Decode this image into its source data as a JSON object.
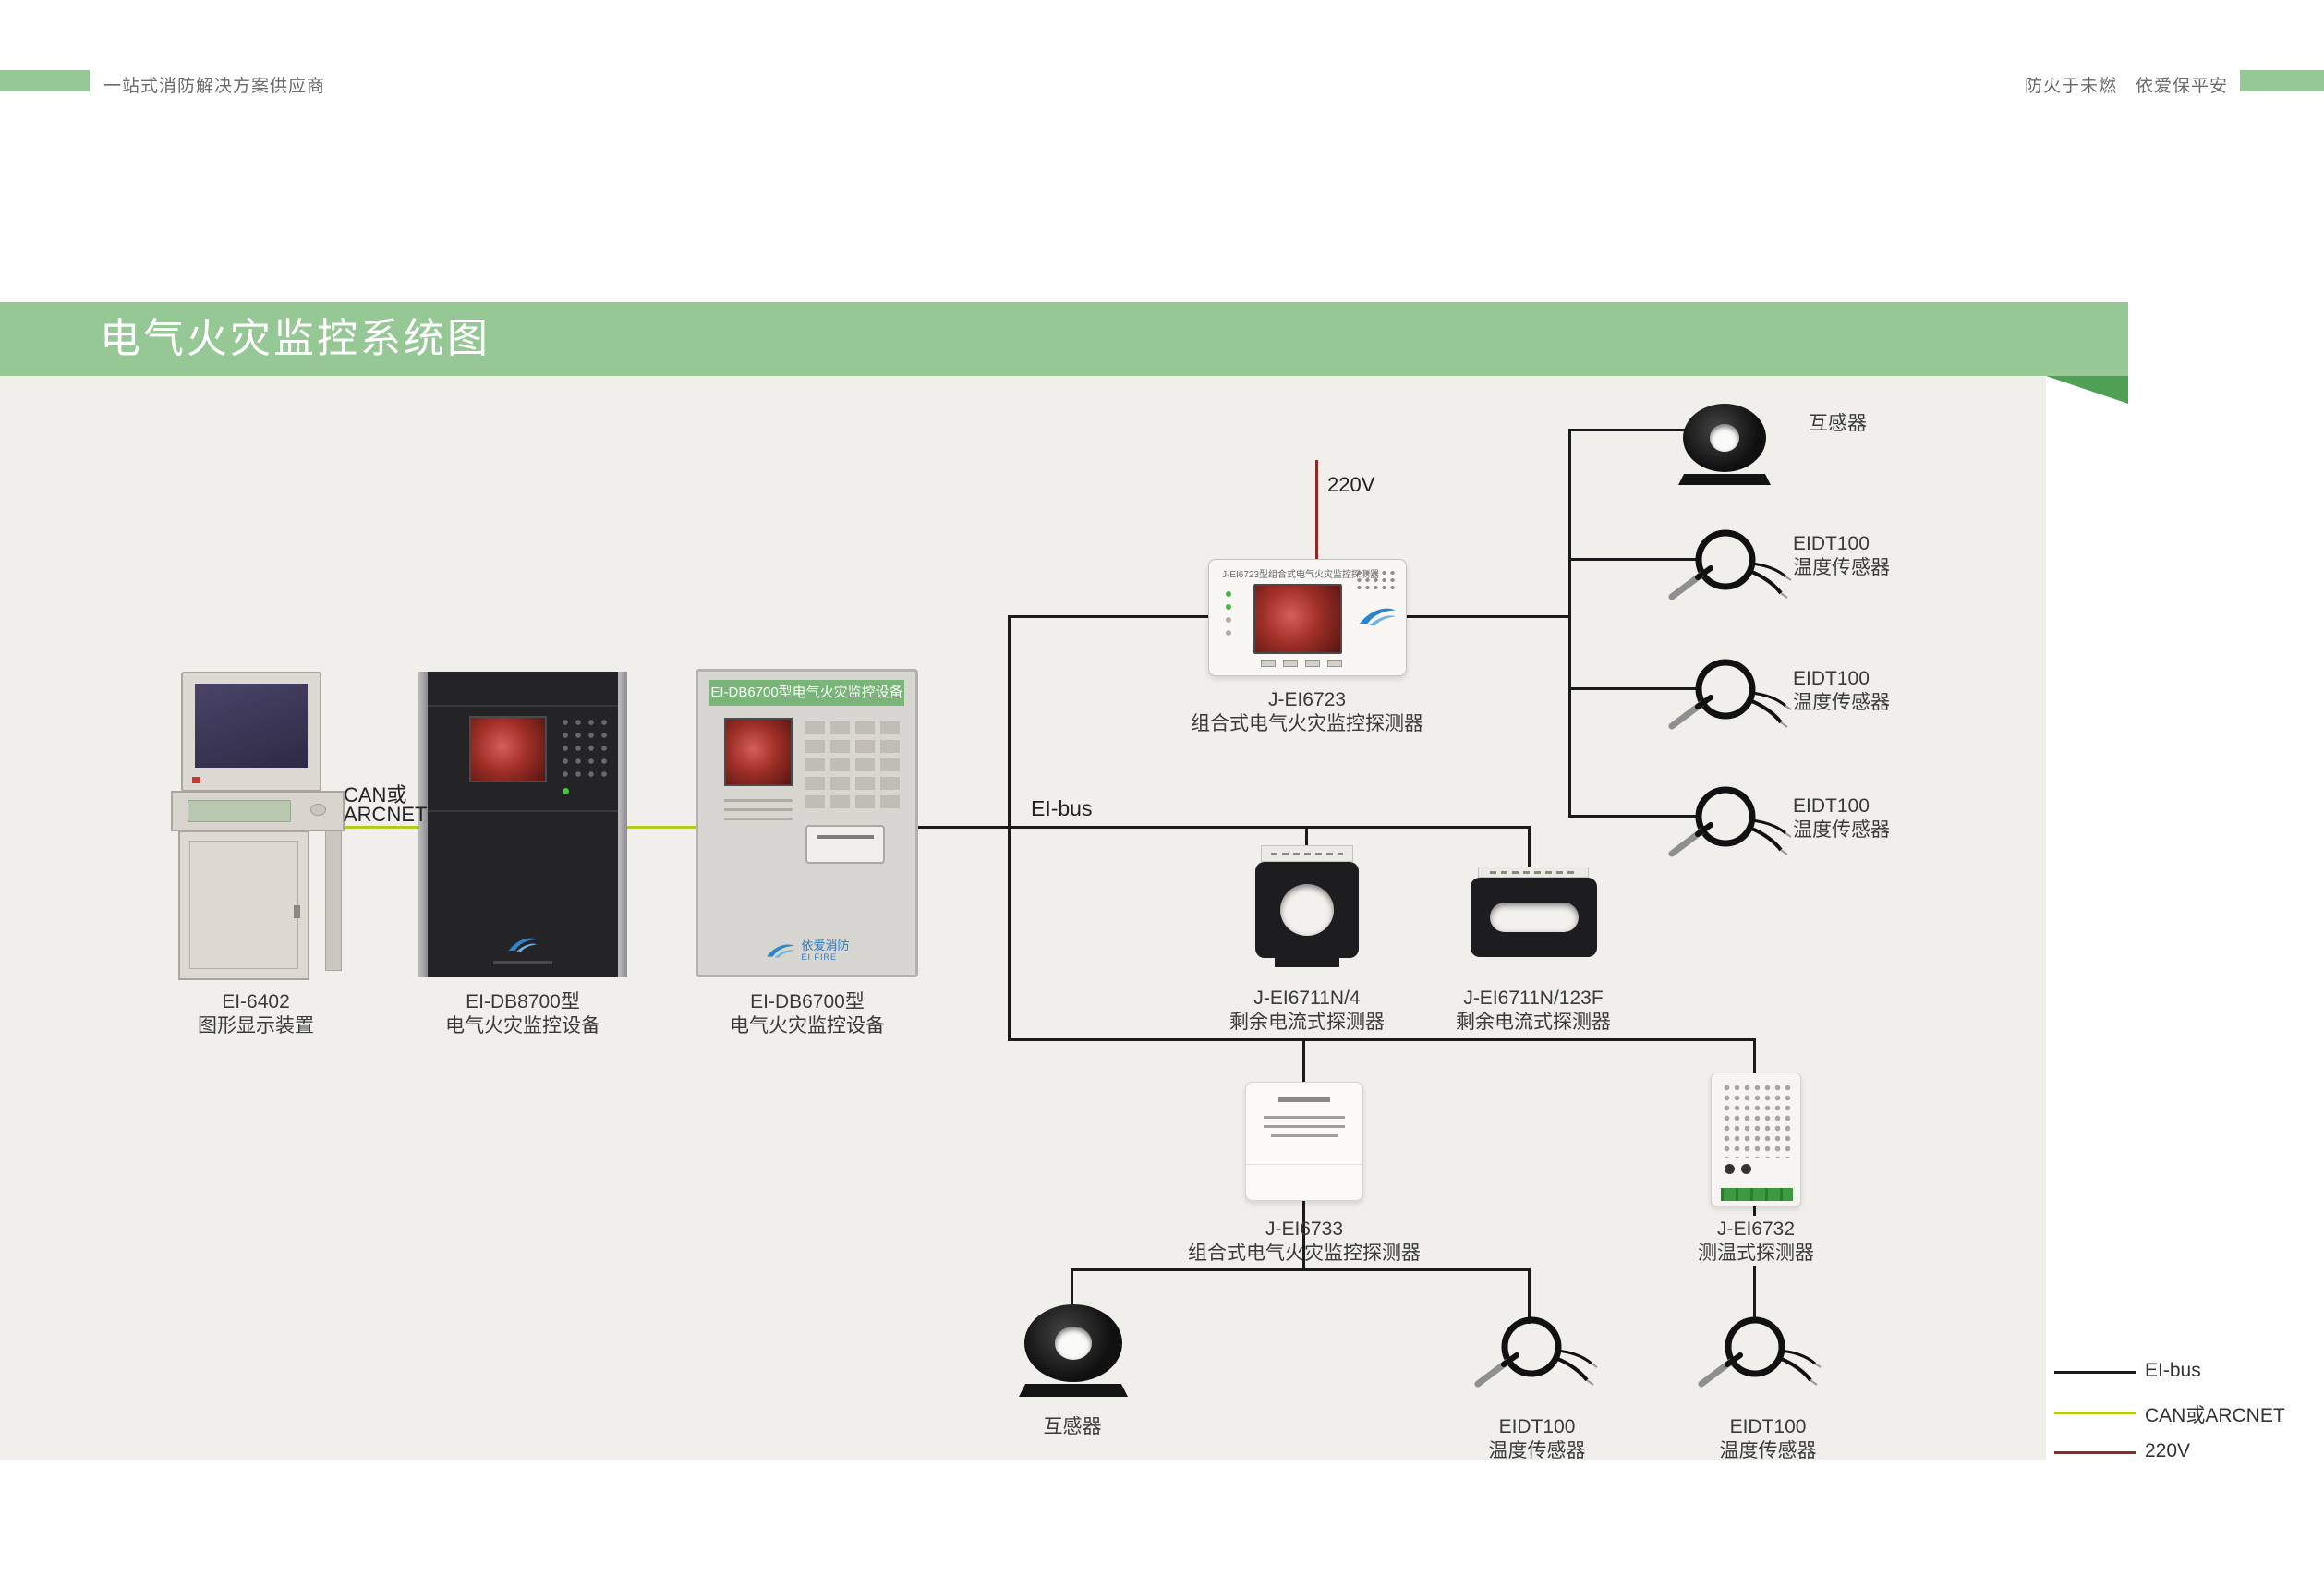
{
  "header": {
    "tagline_left": "一站式消防解决方案供应商",
    "tagline_right": "防火于未燃　依爱保平安"
  },
  "banner": {
    "title": "电气火灾监控系统图"
  },
  "connections": {
    "can_line1": "CAN或",
    "can_line2": "ARCNET",
    "eibus": "EI-bus",
    "power": "220V"
  },
  "devices": {
    "ei6402": {
      "model": "EI-6402",
      "name": "图形显示装置"
    },
    "db8700": {
      "model": "EI-DB8700型",
      "name": "电气火灾监控设备"
    },
    "db6700": {
      "model": "EI-DB6700型",
      "name": "电气火灾监控设备",
      "panel_title": "EI-DB6700型电气火灾监控设备",
      "logo": "依爱消防",
      "logo_sub": "EI FIRE"
    },
    "ei6723": {
      "model": "J-EI6723",
      "name": "组合式电气火灾监控探测器",
      "panel_title": "J-EI6723型组合式电气火灾监控探测器"
    },
    "ei6711n4": {
      "model": "J-EI6711N/4",
      "name": "剩余电流式探测器"
    },
    "ei6711n123f": {
      "model": "J-EI6711N/123F",
      "name": "剩余电流式探测器"
    },
    "ei6733": {
      "model": "J-EI6733",
      "name": "组合式电气火灾监控探测器"
    },
    "ei6732": {
      "model": "J-EI6732",
      "name": "测温式探测器"
    },
    "transformer": {
      "name": "互感器"
    },
    "eidt100": {
      "model": "EIDT100",
      "name": "温度传感器"
    }
  },
  "legend": {
    "items": [
      {
        "label": "EI-bus",
        "color": "#1a1a1a"
      },
      {
        "label": "CAN或ARCNET",
        "color": "#b5c918"
      },
      {
        "label": "220V",
        "color": "#8e2a25"
      }
    ]
  },
  "colors": {
    "banner_green": "#96c896",
    "fold_dark_green": "#4f9f55",
    "bus_black": "#1a1a1a",
    "can_yellow_green": "#b5c918",
    "power_red": "#8e2a25",
    "diagram_bg": "#f0efec"
  }
}
